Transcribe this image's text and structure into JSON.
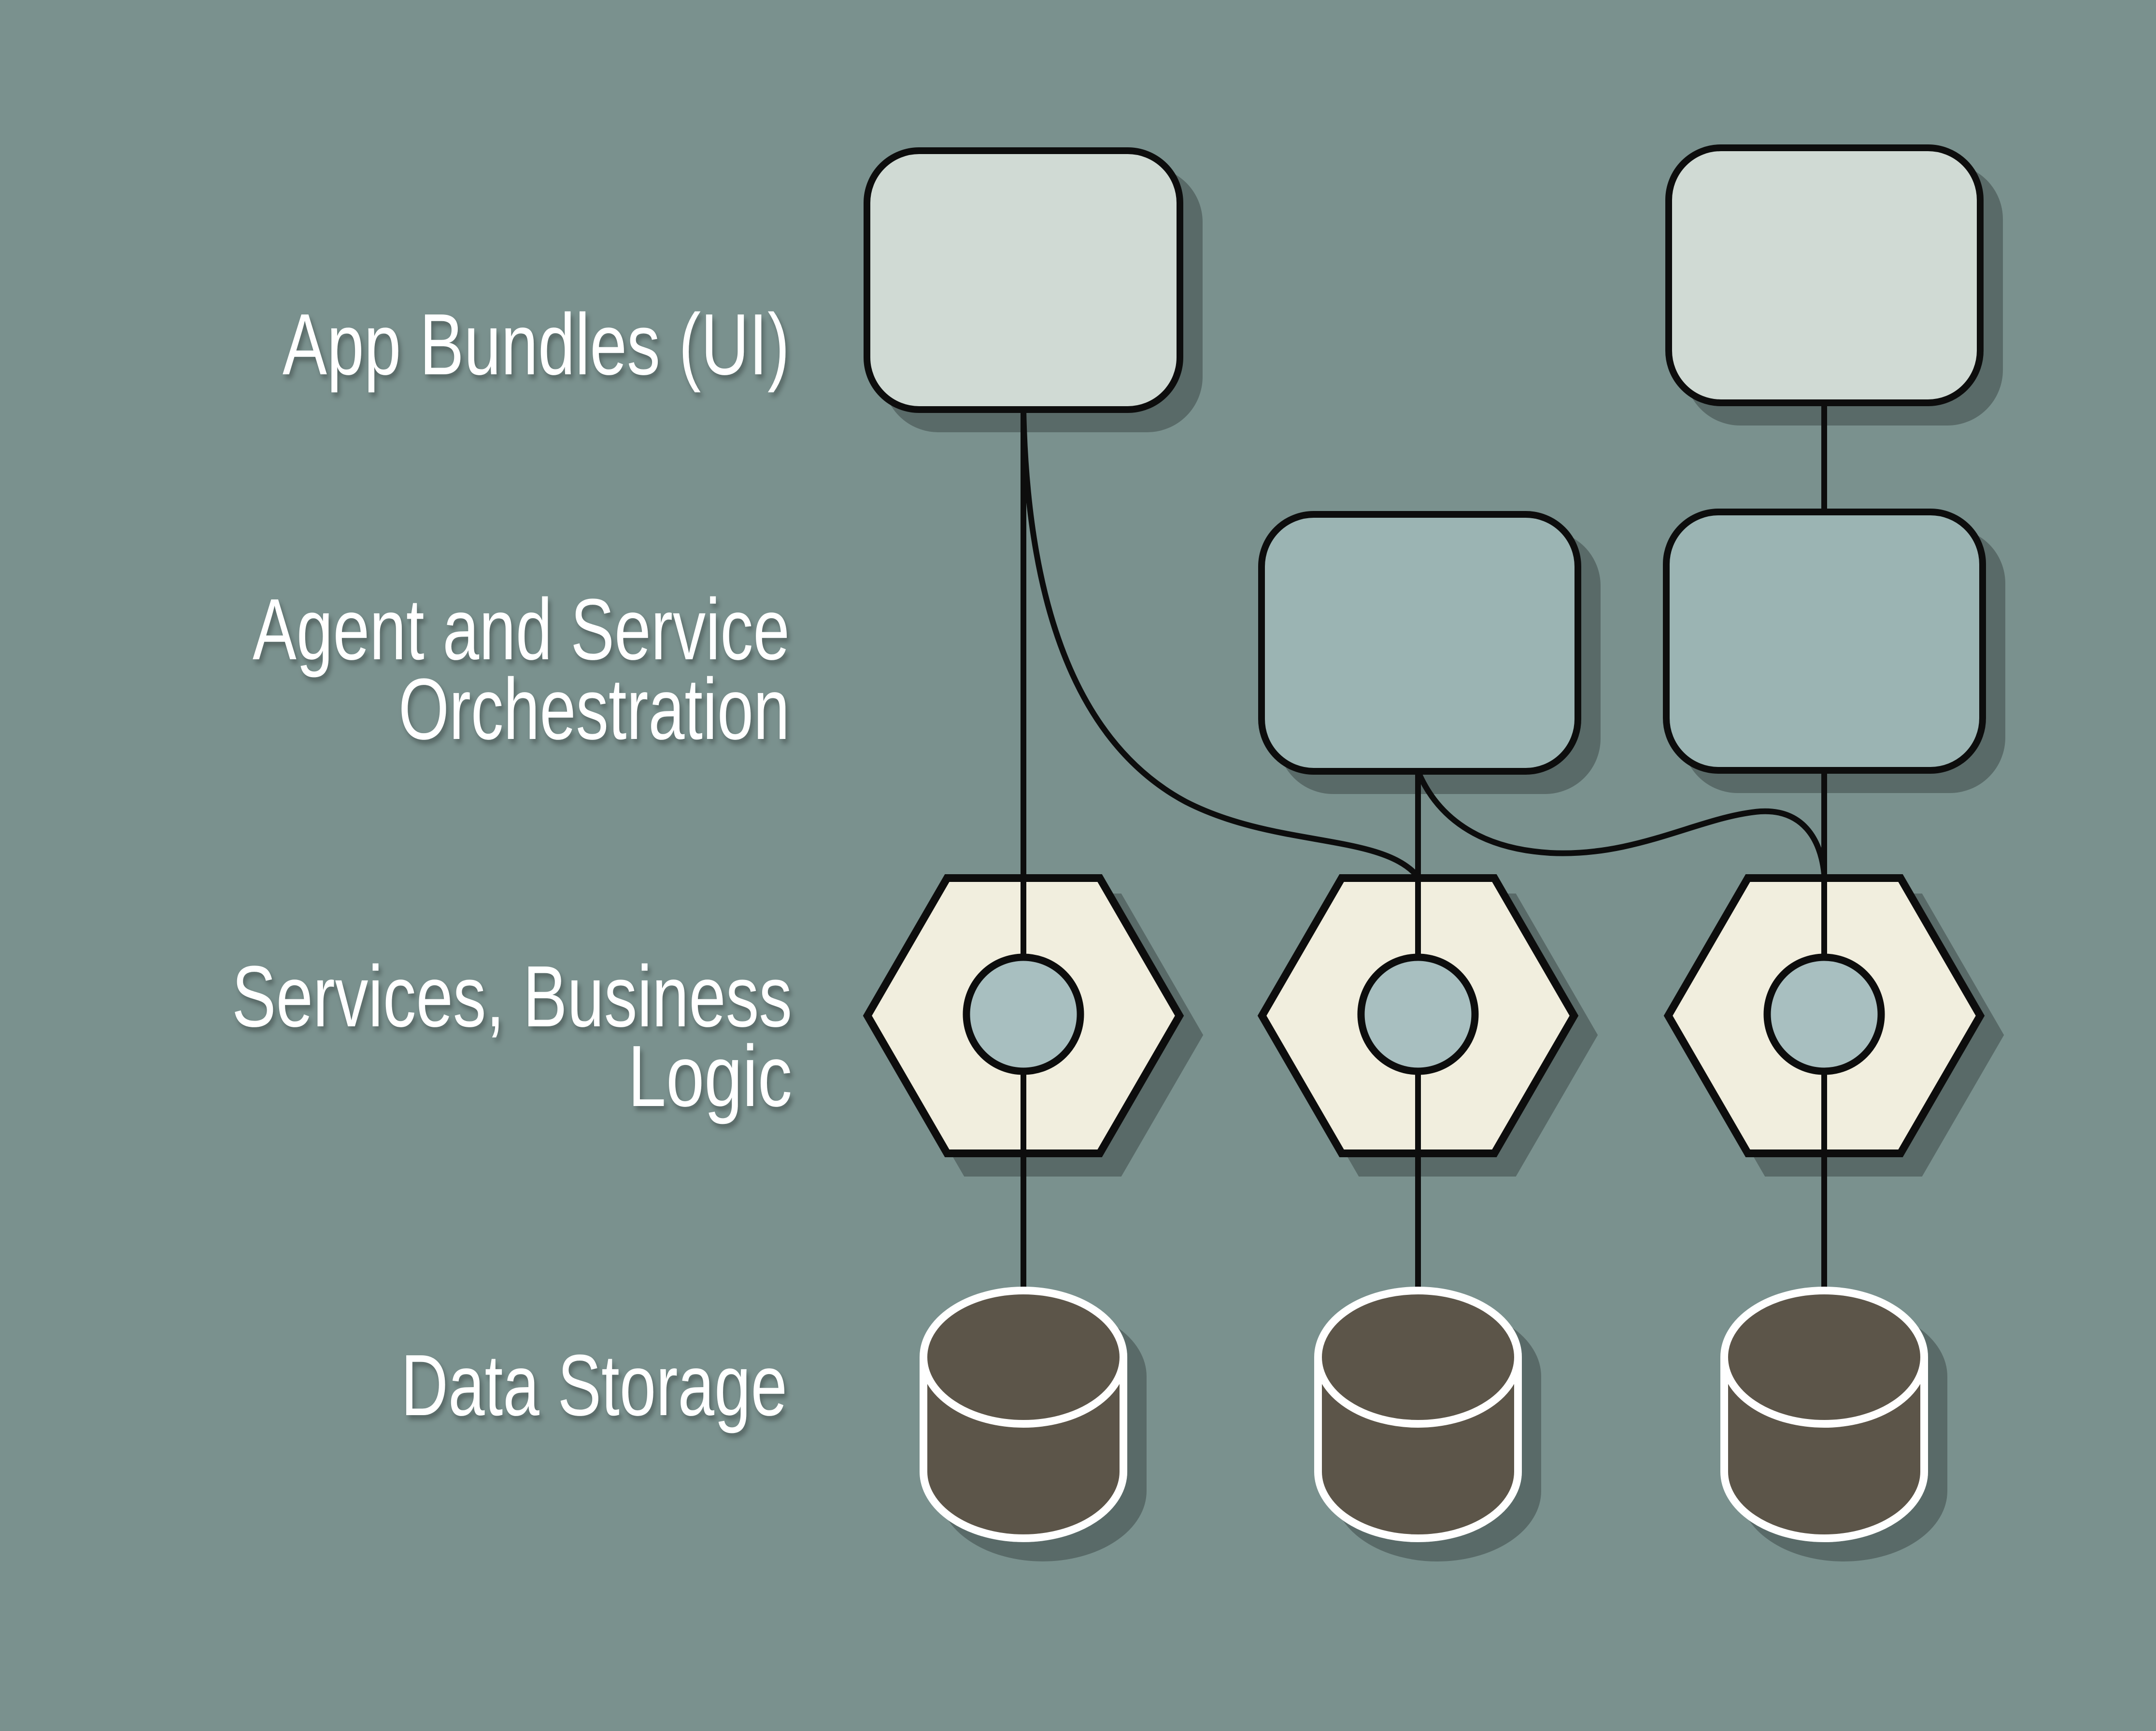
{
  "canvas": {
    "background_color": "#7A918E",
    "text_color": "#FFFFFF",
    "line_color": "#0D0D0D",
    "shadow_color": "rgba(0,0,0,0.27)"
  },
  "layers": [
    {
      "name": "app-bundles",
      "label_lines": [
        "App Bundles (UI)"
      ],
      "node_shape": "rounded-rectangle",
      "node_color": "#D0DAD4",
      "node_count": 2
    },
    {
      "name": "agent-service-orchestration",
      "label_lines": [
        "Agent and Service",
        "Orchestration"
      ],
      "node_shape": "rounded-rectangle",
      "node_color": "#9BB4B3",
      "node_count": 2
    },
    {
      "name": "services-business-logic",
      "label_lines": [
        "Services, Business",
        "Logic"
      ],
      "node_shape": "hexagon",
      "node_color": "#F1EEDE",
      "hub_circle_color": "#A8BFC0",
      "node_count": 3
    },
    {
      "name": "data-storage",
      "label_lines": [
        "Data Storage"
      ],
      "node_shape": "cylinder",
      "node_color": "#5B5448",
      "node_outline_color": "#FFFFFF",
      "node_count": 3
    }
  ],
  "connections": [
    {
      "from": "app-bundle-1",
      "to": "service-hexagon-1"
    },
    {
      "from": "app-bundle-1",
      "to": "service-hexagon-2"
    },
    {
      "from": "orchestration-box-1",
      "to": "service-hexagon-2"
    },
    {
      "from": "orchestration-box-1",
      "to": "service-hexagon-3"
    },
    {
      "from": "app-bundle-2",
      "to": "orchestration-box-2"
    },
    {
      "from": "orchestration-box-2",
      "to": "service-hexagon-3"
    },
    {
      "from": "service-hexagon-1",
      "to": "database-1"
    },
    {
      "from": "service-hexagon-2",
      "to": "database-2"
    },
    {
      "from": "service-hexagon-3",
      "to": "database-3"
    }
  ]
}
